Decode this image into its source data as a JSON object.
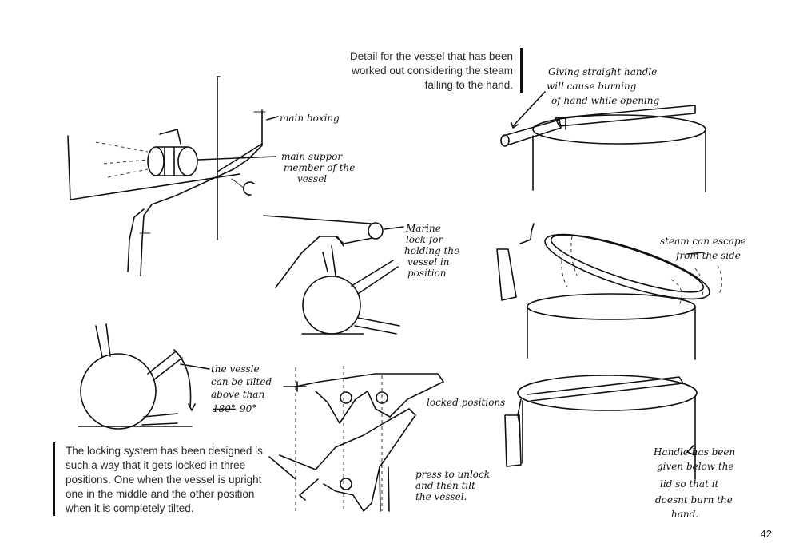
{
  "captions": {
    "top": "Detail for the vessel that has been worked out considering the steam falling to the hand.",
    "bottom": "The locking system has been designed is such a way that it gets locked in three positions. One when the vessel is upright one in the middle and the other position when it is completely tilted."
  },
  "annotations": {
    "main_boxing": "main boxing",
    "main_support_1": "main suppor",
    "main_support_2": "member of the",
    "main_support_3": "vessel",
    "marine_1": "Marine",
    "marine_2": "lock for",
    "marine_3": "holding the",
    "marine_4": "vessel in",
    "marine_5": "position",
    "tilt_1": "the vessle",
    "tilt_2": "can be tilted",
    "tilt_3": "above than",
    "tilt_4_struck": "180°",
    "tilt_4": "90°",
    "locked_positions": "locked positions",
    "unlock_1": "press to unlock",
    "unlock_2": "and then tilt",
    "unlock_3": "the vessel.",
    "straight_1": "Giving straight handle",
    "straight_2": "will cause burning",
    "straight_3": "of hand while opening",
    "steam_1": "steam can escape",
    "steam_2": "from the side",
    "handle_1": "Handle has been",
    "handle_2": "given below the",
    "handle_3": "lid so that it",
    "handle_4": "doesnt burn the",
    "handle_5": "hand."
  },
  "page_number": "42"
}
